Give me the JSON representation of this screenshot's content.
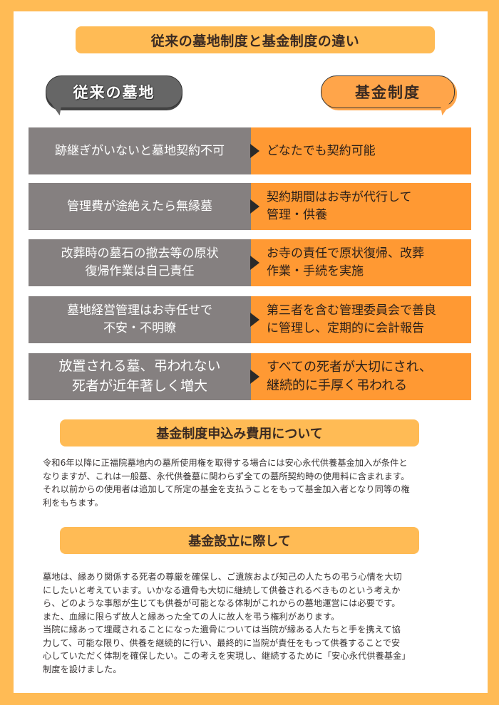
{
  "title": "従来の墓地制度と基金制度の違い",
  "bubbles": {
    "old": "従来の墓地",
    "new": "基金制度"
  },
  "comparison": [
    {
      "old": "跡継ぎがいないと墓地契約不可",
      "new": "どなたでも契約可能"
    },
    {
      "old": "管理費が途絶えたら無縁墓",
      "new": "契約期間はお寺が代行して\n管理・供養"
    },
    {
      "old": "改葬時の墓石の撤去等の原状\n復帰作業は自己責任",
      "new": "お寺の責任で原状復帰、改葬\n作業・手続を実施"
    },
    {
      "old": "墓地経営管理はお寺任せで\n不安・不明瞭",
      "new": "第三者を含む管理委員会で善良\nに管理し、定期的に会計報告"
    },
    {
      "old": "放置される墓、弔われない\n死者が近年著しく増大",
      "new": "すべての死者が大切にされ、\n継続的に手厚く弔われる"
    }
  ],
  "sections": [
    {
      "heading": "基金制度申込み費用について",
      "body": "令和6年以降に正福院墓地内の墓所使用権を取得する場合には安心永代供養基金加入が条件と\nなりますが、これは一般墓、永代供養墓に関わらず全ての墓所契約時の使用料に含まれます。\nそれ以前からの使用者は追加して所定の基金を支払うことをもって基金加入者となり同等の権\n利をもちます。"
    },
    {
      "heading": "基金設立に際して",
      "body": "墓地は、縁あり関係する死者の尊厳を確保し、ご遺族および知己の人たちの弔う心情を大切\nにしたいと考えています。いかなる遺骨も大切に継続して供養されるべきものという考えか\nら、どのような事態が生じても供養が可能となる体制がこれからの墓地運営には必要です。\nまた、血縁に限らず故人と縁あった全ての人に故人を弔う権利があります。\n当院に縁あって埋蔵されることになった遺骨については当院が縁ある人たちと手を携えて協\n力して、可能な限り、供養を継続的に行い、最終的に当院が責任をもって供養することで安\n心していただく体制を確保したい。この考えを実現し、継続するために「安心永代供養基金」\n制度を設けました。"
    }
  ],
  "colors": {
    "frame": "#FFBB55",
    "gray_cell": "#858080",
    "orange_cell": "#FF9933",
    "bubble_gray": "#666666",
    "bubble_orange": "#FFA54A"
  }
}
